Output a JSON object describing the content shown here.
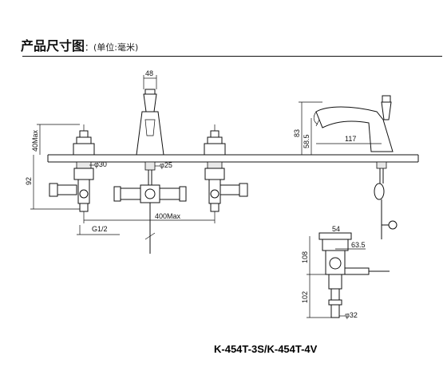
{
  "header": {
    "title": "产品尺寸图",
    "subtitle": "：(单位:毫米)"
  },
  "dimensions": {
    "d48": "48",
    "d40max": "40Max",
    "d92": "92",
    "d30": "φ30",
    "d25": "φ25",
    "d400max": "400Max",
    "dG12": "G1/2",
    "d83": "83",
    "d58_5": "58.5",
    "d117": "117",
    "d54": "54",
    "d63_5": "63.5",
    "d108": "108",
    "d102": "102",
    "d32": "φ32"
  },
  "model": "K-454T-3S/K-454T-4V"
}
